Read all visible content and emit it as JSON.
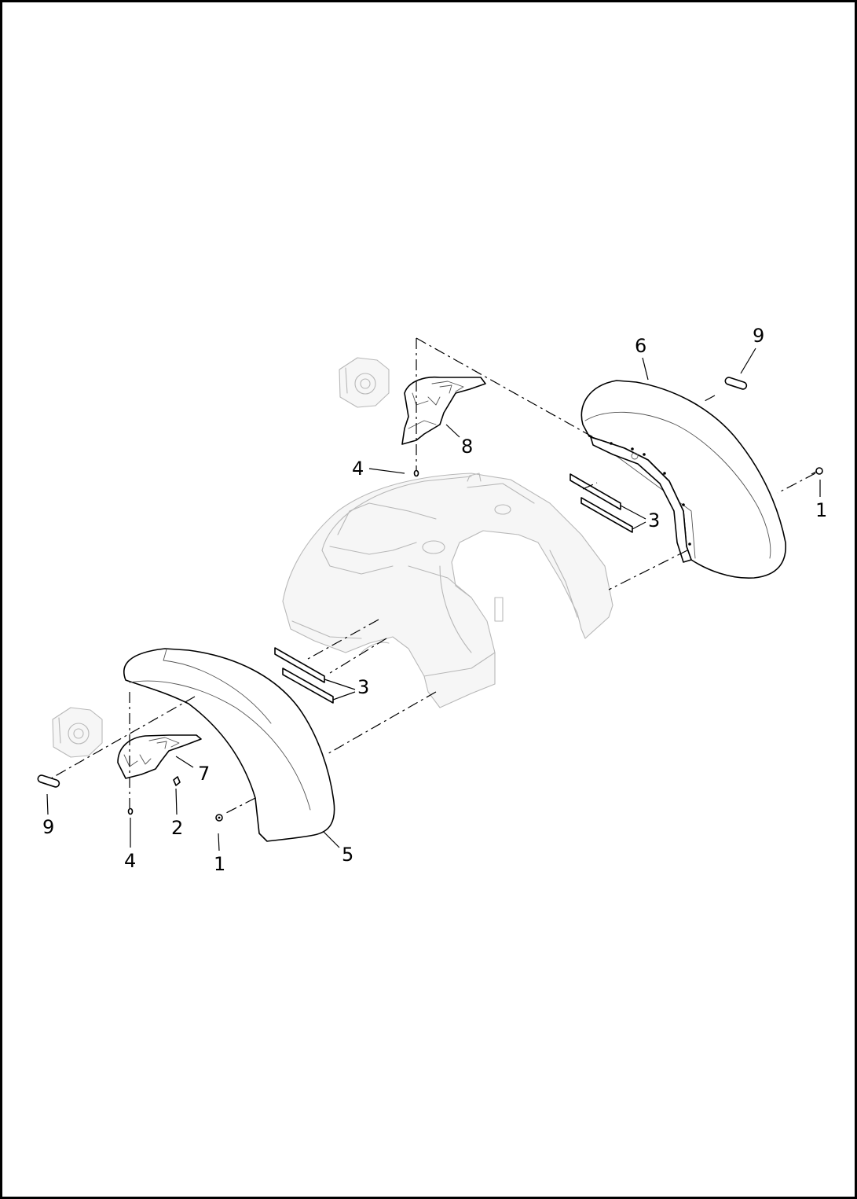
{
  "diagram": {
    "callouts": [
      {
        "id": "c9-right",
        "text": "9"
      },
      {
        "id": "c6",
        "text": "6"
      },
      {
        "id": "c8",
        "text": "8"
      },
      {
        "id": "c4-top",
        "text": "4"
      },
      {
        "id": "c3-right",
        "text": "3"
      },
      {
        "id": "c1-right",
        "text": "1"
      },
      {
        "id": "c3-left",
        "text": "3"
      },
      {
        "id": "c7",
        "text": "7"
      },
      {
        "id": "c9-left",
        "text": "9"
      },
      {
        "id": "c2",
        "text": "2"
      },
      {
        "id": "c4-bottom",
        "text": "4"
      },
      {
        "id": "c1-left",
        "text": "1"
      },
      {
        "id": "c5",
        "text": "5"
      }
    ]
  }
}
